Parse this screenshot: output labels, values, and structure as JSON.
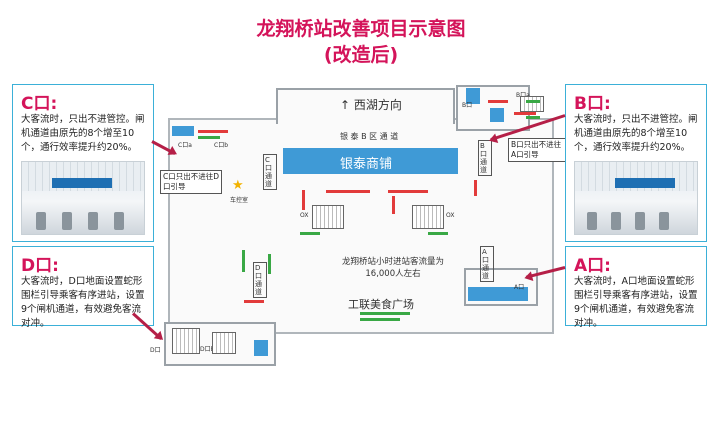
{
  "title": "龙翔桥站改善项目示意图",
  "subtitle": "(改造后)",
  "callouts": {
    "c": {
      "head": "C口:",
      "body": "大客流时，只出不进管控。闸机通道由原先的8个增至10个，通行效率提升约20%。"
    },
    "b": {
      "head": "B口:",
      "body": "大客流时，只出不进管控。闸机通道由原先的8个增至10个，通行效率提升约20%。"
    },
    "d": {
      "head": "D口:",
      "body": "大客流时，D口地面设置蛇形围栏引导乘客有序进站，设置9个闸机通道，有效避免客流对冲。"
    },
    "a": {
      "head": "A口:",
      "body": "大客流时，A口地面设置蛇形围栏引导乘客有序进站，设置9个闸机通道，有效避免客流对冲。"
    }
  },
  "map": {
    "direction": "↑ 西湖方向",
    "corridor": "银 泰 B 区 通 道",
    "mall": "银泰商铺",
    "c_note": "C口只出不进往D口引导",
    "b_note": "B口只出不进往A口引导",
    "c_passage": "C口通道",
    "b_passage": "B口通道",
    "d_passage": "D口通道",
    "a_passage": "A口通道",
    "flow": "龙翔桥站小时进站客流量为16,000人左右",
    "plaza": "工联美食广场",
    "star_label": "车控室",
    "exits": {
      "c": "C口a",
      "c2": "C口b",
      "b": "B口",
      "d": "D口",
      "d2": "D口b",
      "a": "A口",
      "b2": "B口a"
    },
    "gate_left": "OX",
    "gate_right": "OX"
  },
  "colors": {
    "title": "#d4145a",
    "frame": "#3bb0d8",
    "arrow": "#b51f47",
    "blue": "#3f9ad6",
    "red": "#e23b3b",
    "green": "#39a845"
  }
}
